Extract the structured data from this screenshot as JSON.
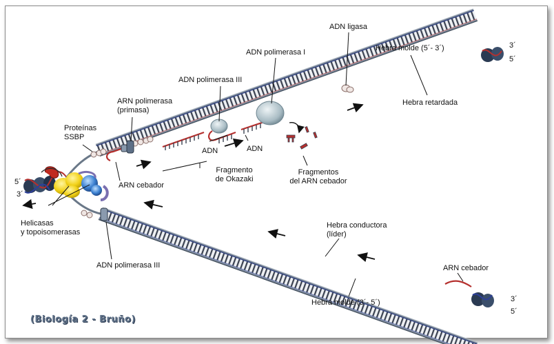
{
  "labels": {
    "adn_ligasa": "ADN ligasa",
    "adn_pol_1": "ADN polimerasa I",
    "hebra_molde_top": "Hebra molde (5´- 3´)",
    "top_3": "3´",
    "top_5": "5´",
    "adn_pol_3_top": "ADN polimerasa III",
    "arn_pol": [
      "ARN polimerasa",
      "(primasa)"
    ],
    "hebra_retardada": "Hebra retardada",
    "proteinas": [
      "Proteínas",
      "SSBP"
    ],
    "adn_1": "ADN",
    "adn_2": "ADN",
    "fragmento_okazaki": [
      "Fragmento",
      "de Okazaki"
    ],
    "fragmentos_arn": [
      "Fragmentos",
      "del ARN cebador"
    ],
    "arn_cebador_top": "ARN cebador",
    "left_5": "5´",
    "left_3": "3´",
    "helicasas": [
      "Helicasas",
      "y topoisomerasas"
    ],
    "adn_pol_3_bottom": "ADN polimerasa III",
    "hebra_conductora": [
      "Hebra conductora",
      "(líder)"
    ],
    "arn_cebador_bottom": "ARN cebador",
    "hebra_molde_bottom": "Hebra molde (3´- 5´)",
    "bottom_3": "3´",
    "bottom_5": "5´"
  },
  "credit": "(Biología 2 - Bruño)",
  "colors": {
    "strand_dark": "#3a4a5c",
    "strand_light": "#8c9cae",
    "blue_accent": "#2c3f9a",
    "red_primer": "#b5302e",
    "helicase_yellow": "#f2d21a",
    "helicase_blue": "#3a7fd0",
    "topo_red": "#c02a20"
  }
}
